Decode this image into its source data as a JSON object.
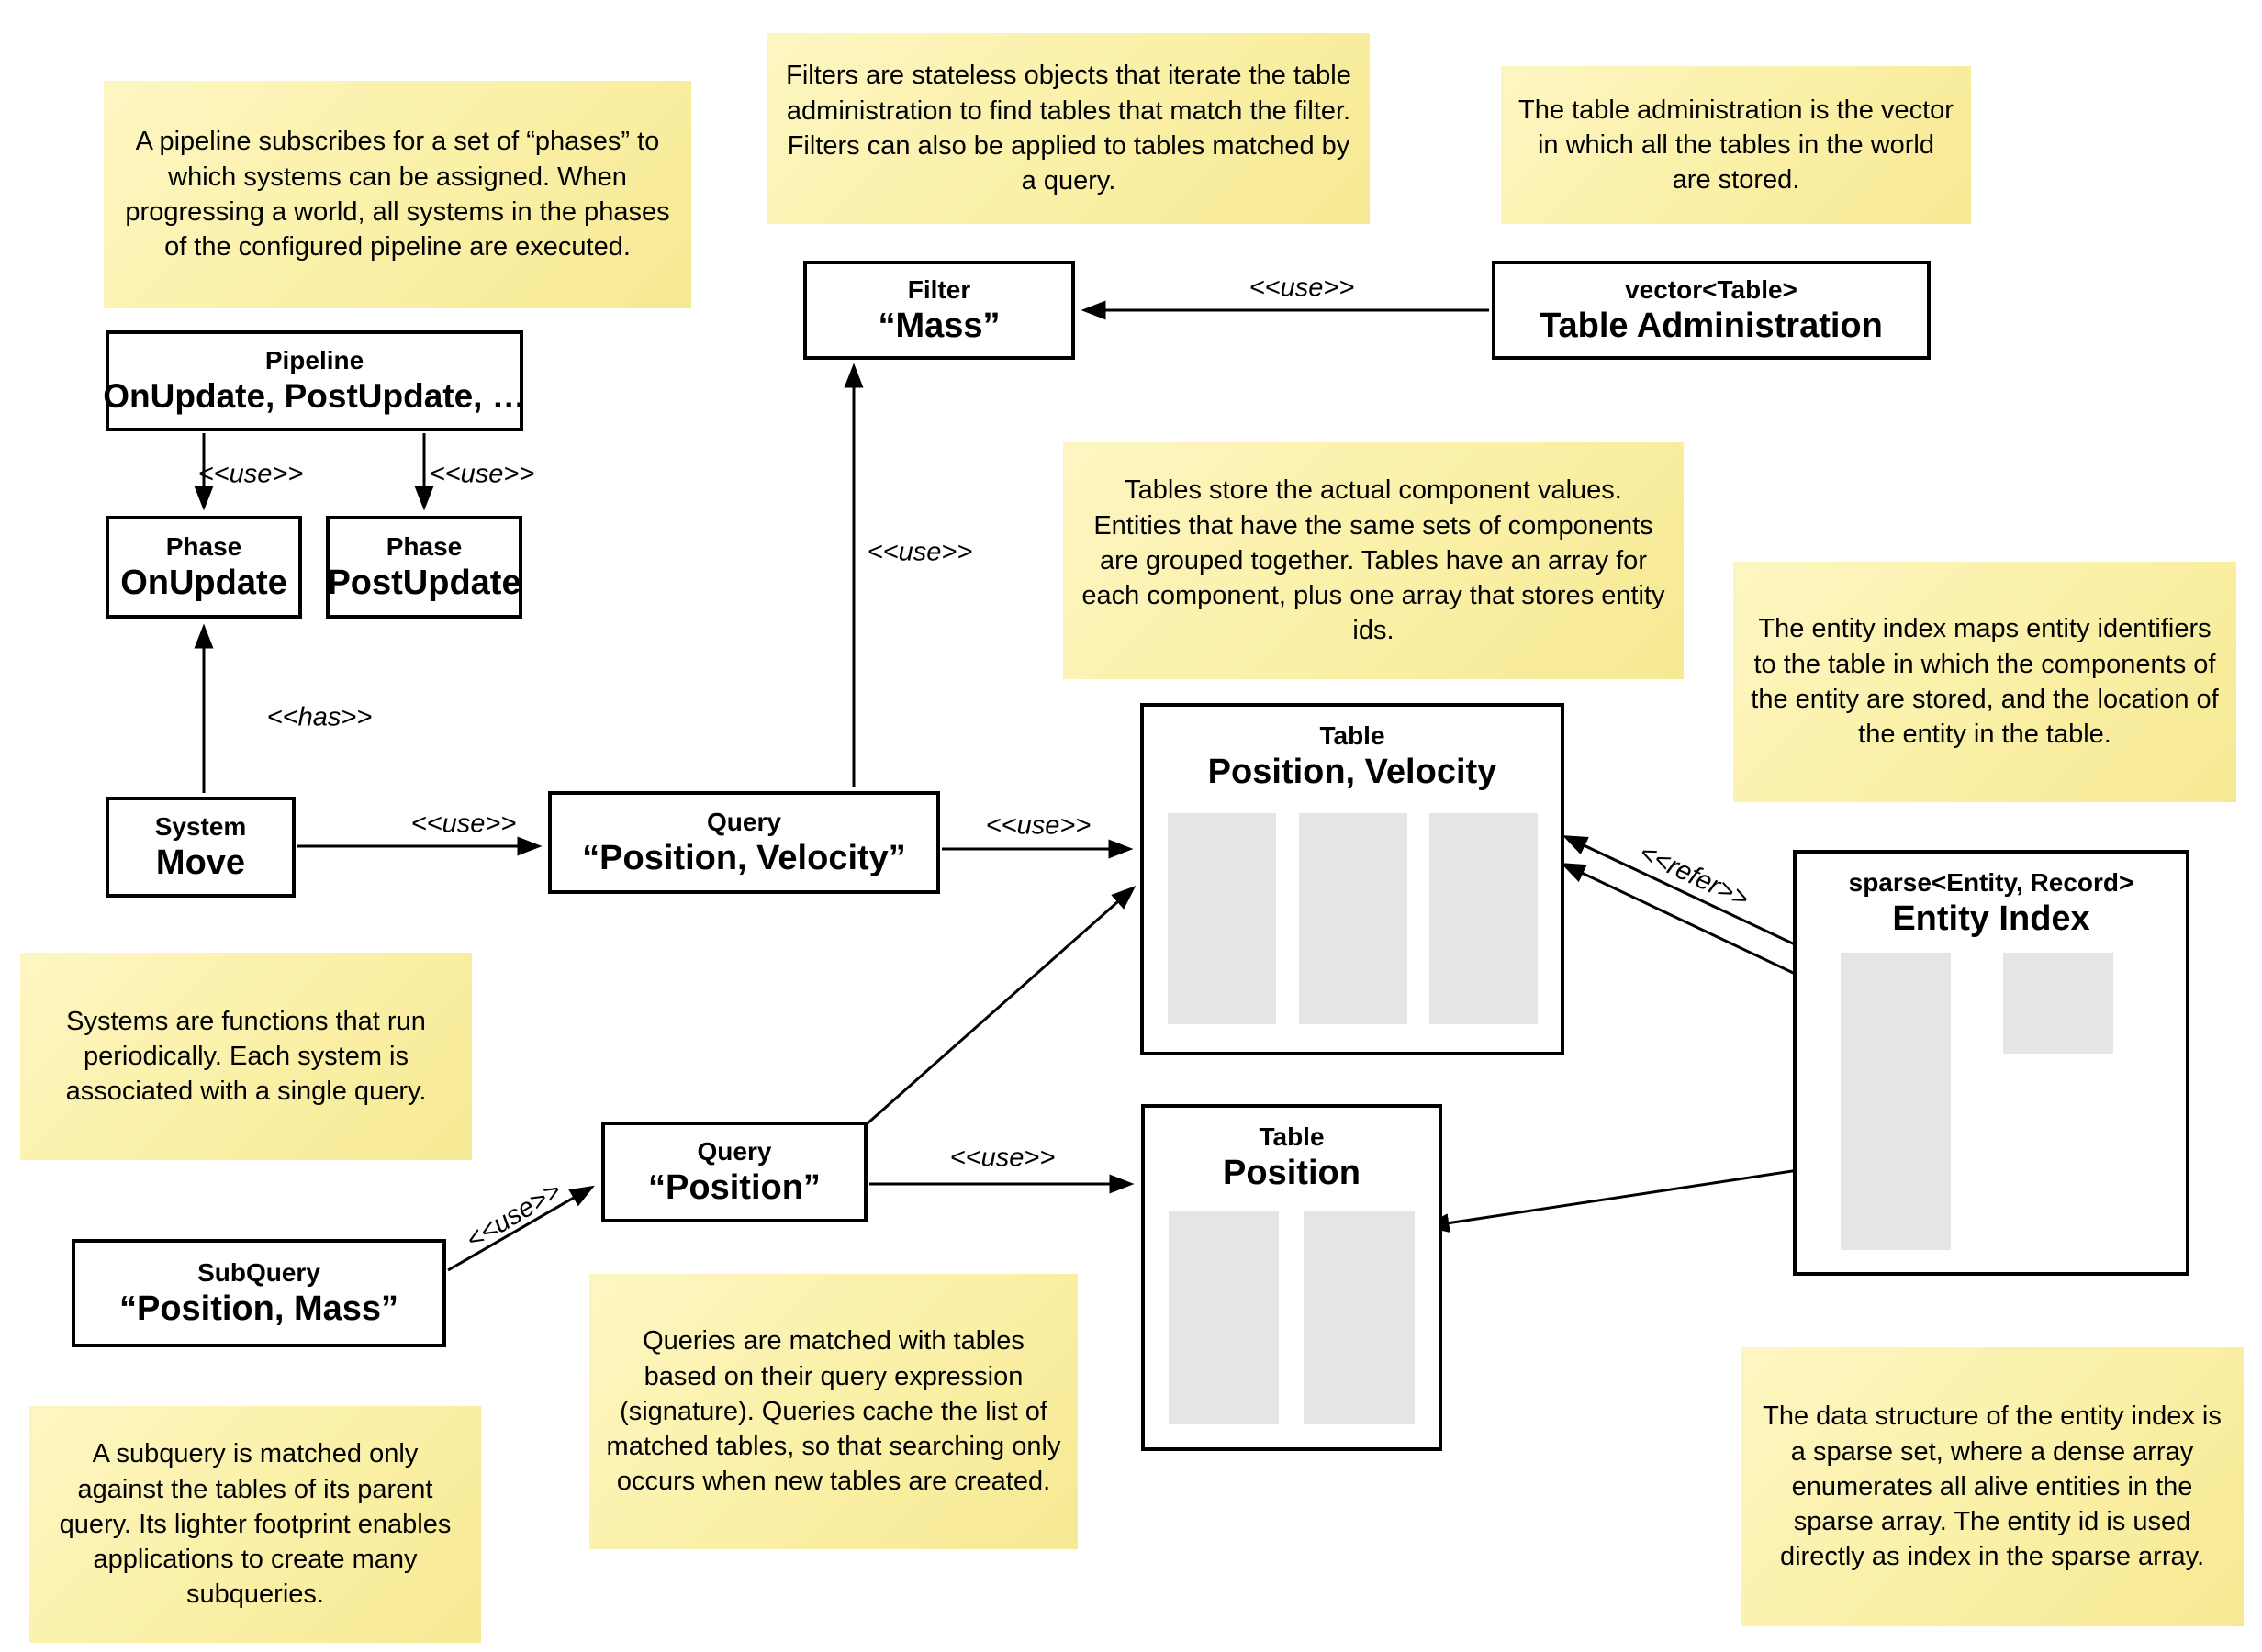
{
  "notes": {
    "pipeline": {
      "text": "A pipeline subscribes for a set of “phases” to which systems can be assigned. When progressing a world, all systems in the phases of the configured pipeline are executed."
    },
    "filters": {
      "text": "Filters are stateless objects that iterate the table administration to find tables that match the filter. Filters can also be applied to tables matched by a query."
    },
    "table_admin": {
      "text": "The table administration is the vector in which all the tables in the world are stored."
    },
    "tables": {
      "text": "Tables store the actual component values. Entities that have the same sets of components are grouped together. Tables have an array for each component, plus one array that stores entity ids."
    },
    "entity_index": {
      "text": "The entity index maps entity identifiers to the table in which the components of the entity are stored, and the location of the entity in the table."
    },
    "systems": {
      "text": "Systems are functions that run periodically. Each system is associated with a single query."
    },
    "queries": {
      "text": "Queries are matched with tables based on their query expression (signature). Queries cache the list of matched tables, so that searching only occurs when new tables are created."
    },
    "subquery": {
      "text": "A subquery is matched only against the tables of its parent query. Its lighter footprint enables applications to create many subqueries."
    },
    "sparse": {
      "text": "The data structure of the entity index is a sparse set, where a dense array enumerates all alive entities in the sparse array. The entity id is used directly as index in the sparse array."
    }
  },
  "boxes": {
    "pipeline": {
      "title": "Pipeline",
      "value": "OnUpdate, PostUpdate, …"
    },
    "phase_onupdate": {
      "title": "Phase",
      "value": "OnUpdate"
    },
    "phase_postupdate": {
      "title": "Phase",
      "value": "PostUpdate"
    },
    "system_move": {
      "title": "System",
      "value": "Move"
    },
    "query_pv": {
      "title": "Query",
      "value": "“Position, Velocity”"
    },
    "filter_mass": {
      "title": "Filter",
      "value": "“Mass”"
    },
    "table_admin": {
      "title": "vector<Table>",
      "value": "Table Administration"
    },
    "table_pv": {
      "title": "Table",
      "value": "Position, Velocity"
    },
    "entity_index": {
      "title": "sparse<Entity, Record>",
      "value": "Entity Index"
    },
    "table_pos": {
      "title": "Table",
      "value": "Position"
    },
    "query_pos": {
      "title": "Query",
      "value": "“Position”"
    },
    "subquery": {
      "title": "SubQuery",
      "value": "“Position, Mass”"
    }
  },
  "stereotypes": {
    "use": "<<use>>",
    "has": "<<has>>",
    "refer": "<<refer>>"
  },
  "colors": {
    "note_yellow": "#FAF0A6",
    "array_gray": "#E5E5E5",
    "line_black": "#000000"
  }
}
